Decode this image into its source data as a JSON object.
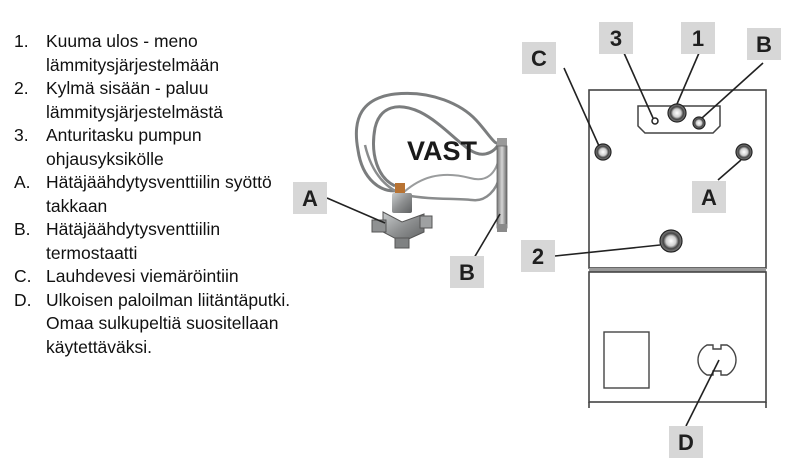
{
  "legend": [
    {
      "key": "1.",
      "text": "Kuuma ulos - meno lämmitysjärjestelmään"
    },
    {
      "key": "2.",
      "text": "Kylmä sisään - paluu lämmitysjärjestelmästä"
    },
    {
      "key": "3.",
      "text": "Anturitasku pumpun ohjausyksikölle"
    },
    {
      "key": "A.",
      "text": "Hätäjäähdytysventtiilin syöttö takkaan"
    },
    {
      "key": "B.",
      "text": "Hätäjäähdytysventtiilin termostaatti"
    },
    {
      "key": "C.",
      "text": "Lauhdevesi viemäröintiin"
    },
    {
      "key": "D.",
      "text": "Ulkoisen paloilman liitäntäputki. Omaa sulkupeltiä suositellaan käytettäväksi."
    }
  ],
  "valve": {
    "label": "VAST",
    "callouts": {
      "a": "A",
      "b": "B"
    }
  },
  "boiler": {
    "callouts": {
      "c": "C",
      "three": "3",
      "one": "1",
      "b": "B",
      "a": "A",
      "two": "2",
      "d": "D"
    }
  }
}
